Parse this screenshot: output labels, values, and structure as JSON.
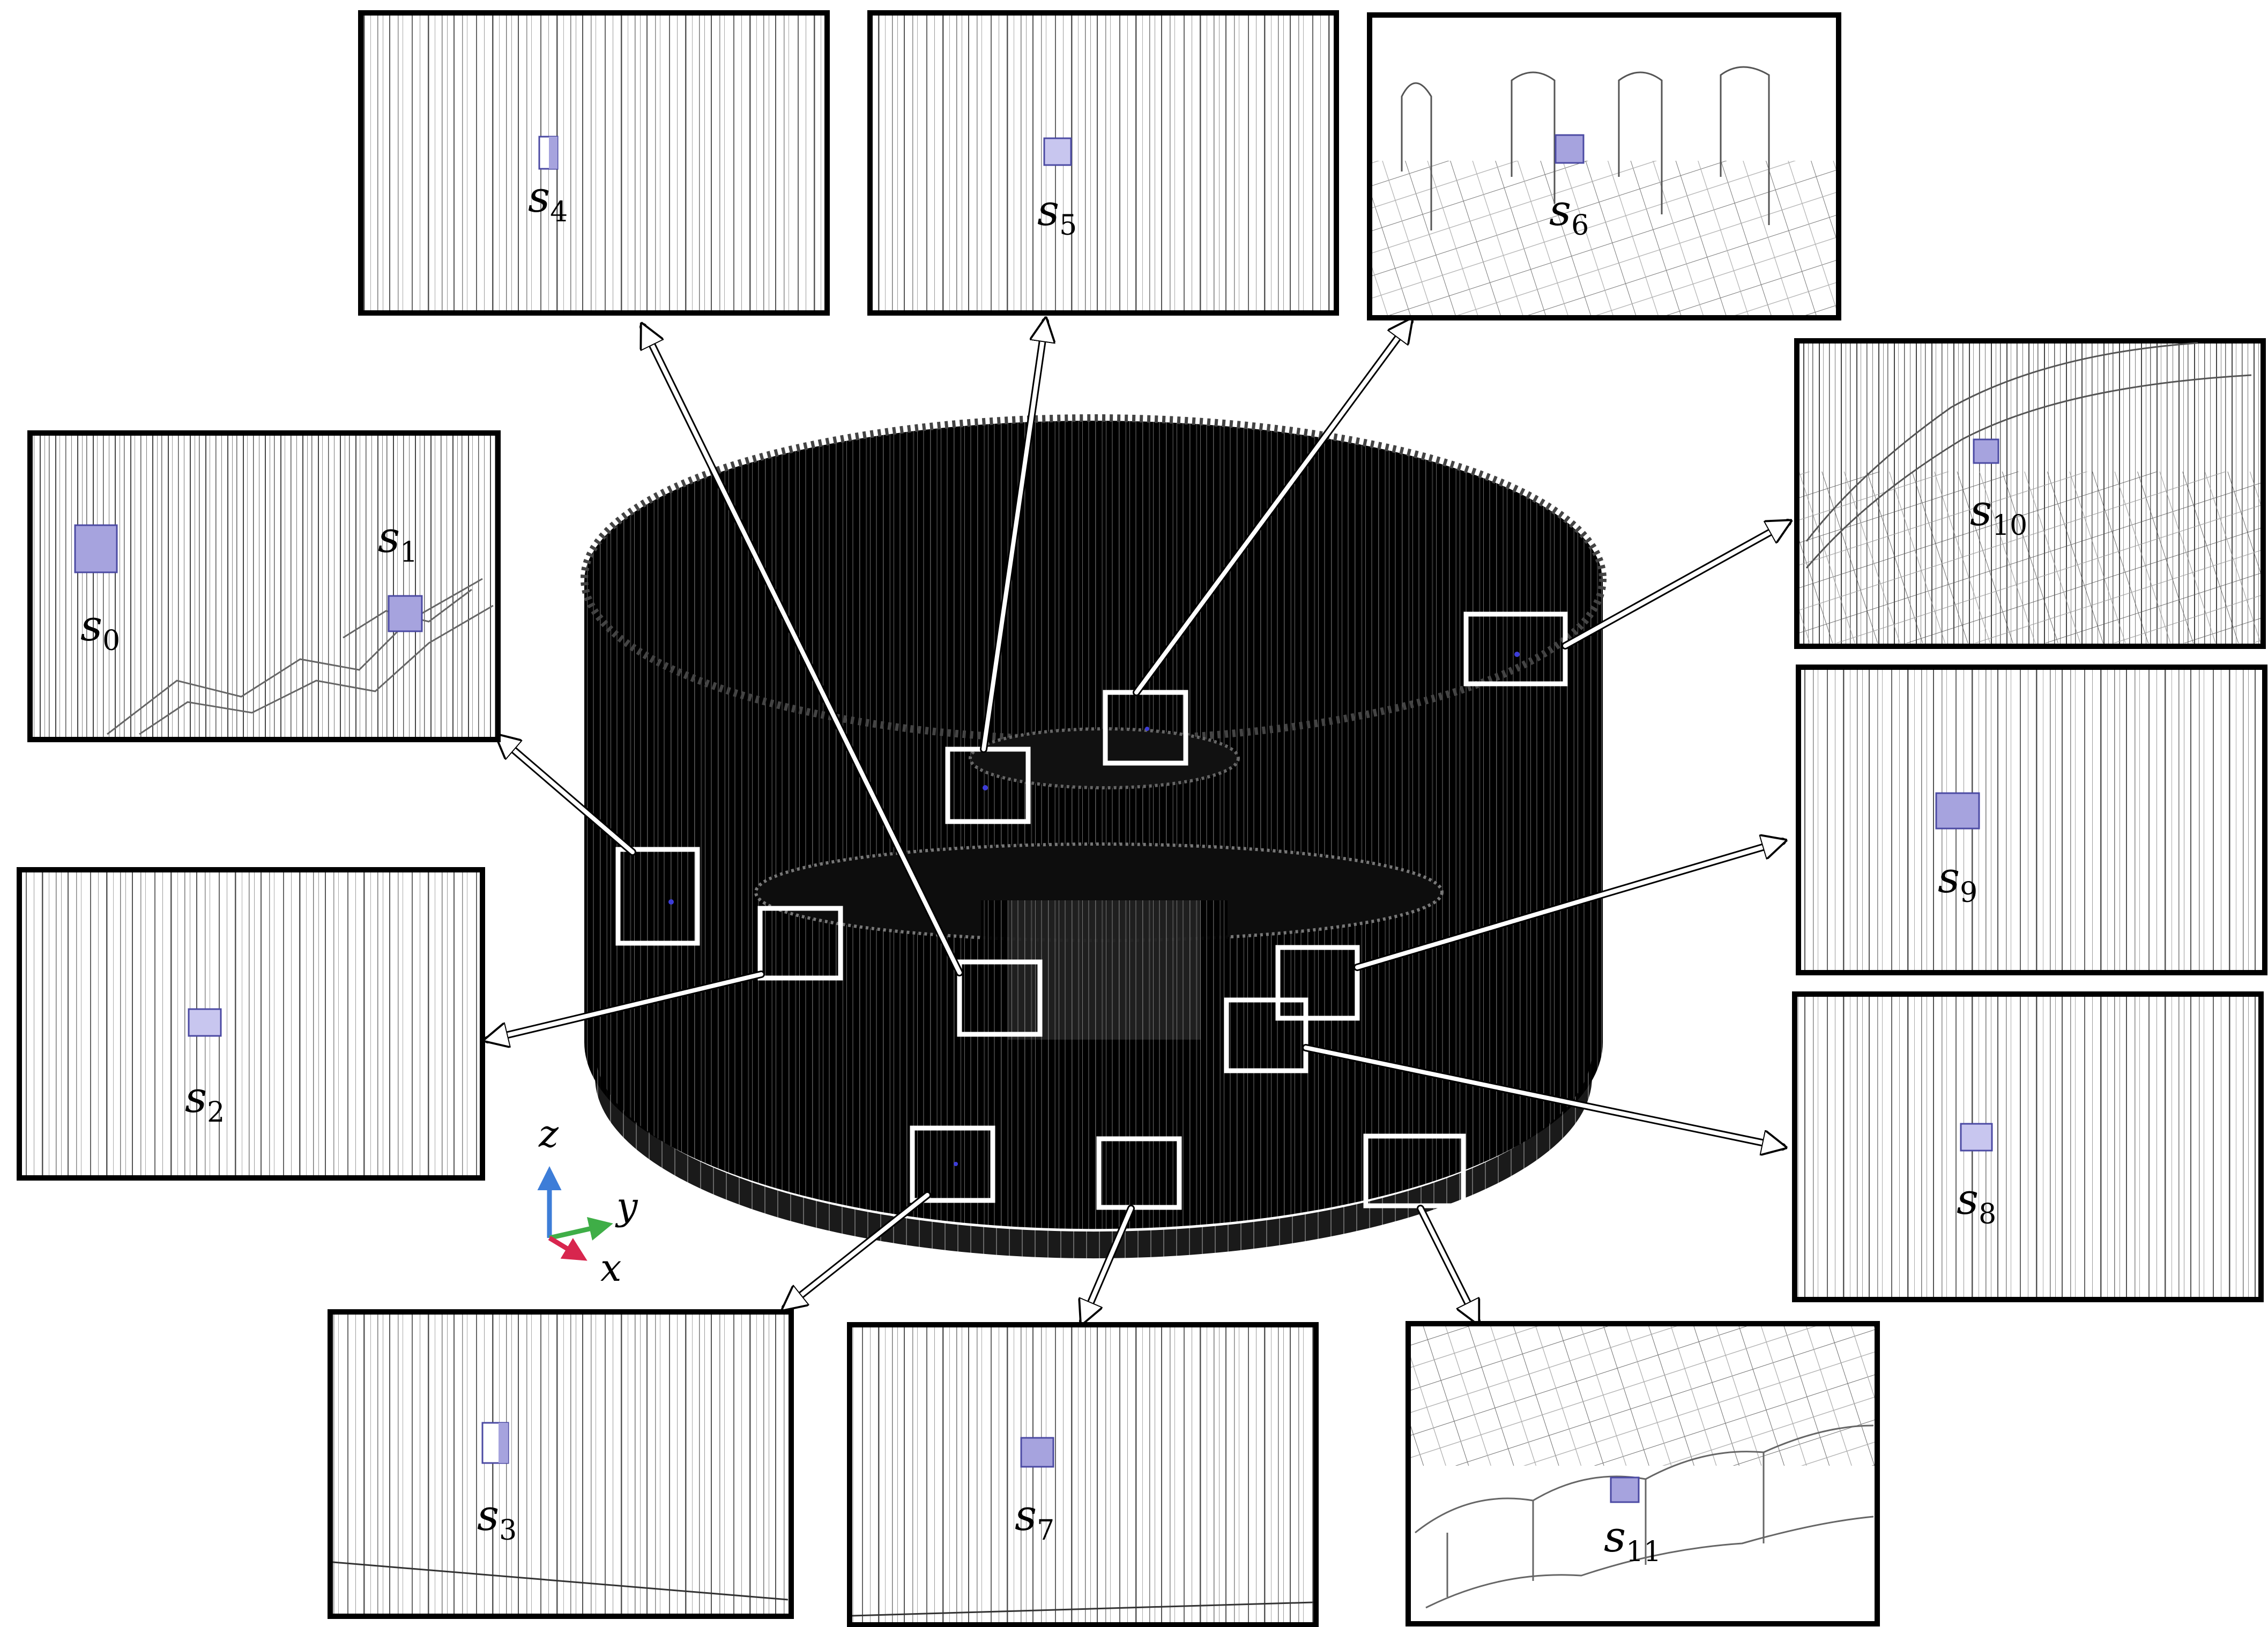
{
  "labels": {
    "s0": "s0",
    "s1": "s1",
    "s2": "s2",
    "s3": "s3",
    "s4": "s4",
    "s5": "s5",
    "s6": "s6",
    "s7": "s7",
    "s8": "s8",
    "s9": "s9",
    "s10": "s10",
    "s11": "s11"
  },
  "axes": {
    "z": "z",
    "y": "y",
    "x": "x"
  },
  "colors": {
    "cylinder": "#000000",
    "sensor_fill": "#a6a3de",
    "sensor_edge": "#4b4aa3",
    "frame": "#000000",
    "callout": "#ffffff",
    "axis_z": "#3d7dd8",
    "axis_y": "#3fae47",
    "axis_x": "#d8264e"
  }
}
